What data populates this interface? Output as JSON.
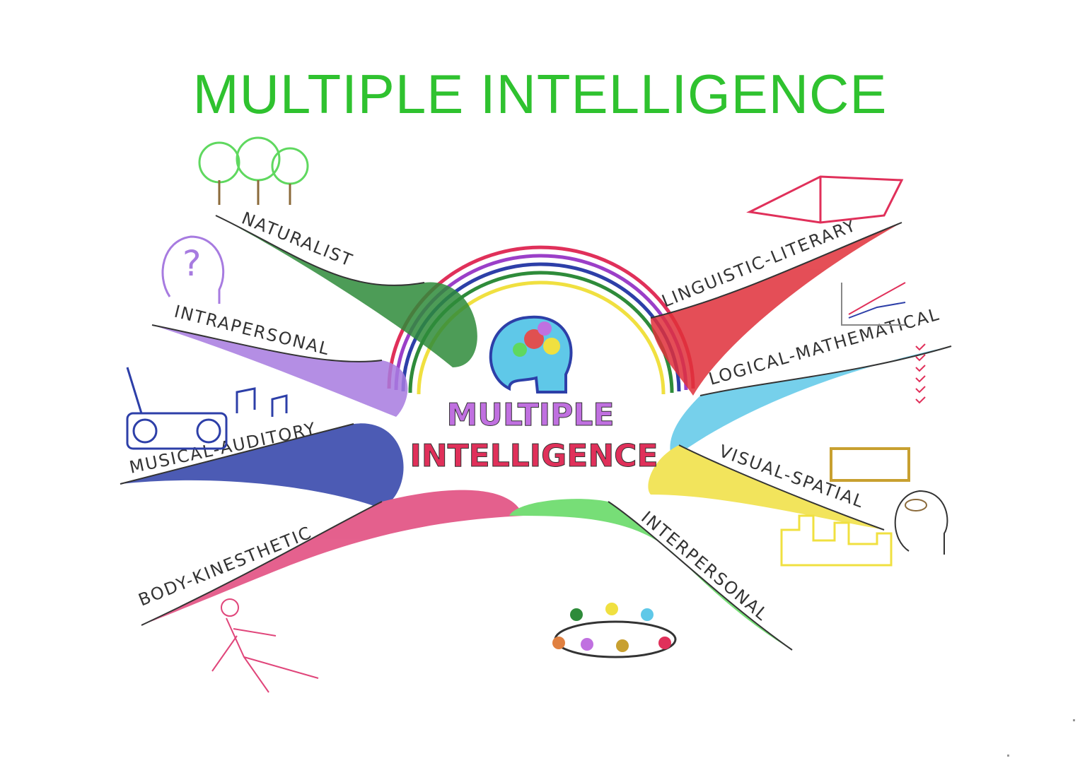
{
  "slide": {
    "title": "MULTIPLE INTELLIGENCE"
  },
  "mind_map": {
    "center_line1": "MULTIPLE",
    "center_line2": "INTELLIGENCE",
    "branches": [
      {
        "label": "NATURALIST",
        "color": "#2e8b3a"
      },
      {
        "label": "INTRAPERSONAL",
        "color": "#a77be0"
      },
      {
        "label": "MUSICAL-AUDITORY",
        "color": "#2d3fa8"
      },
      {
        "label": "BODY-KINESTHETIC",
        "color": "#e0457a"
      },
      {
        "label": "LINGUISTIC-LITERARY",
        "color": "#e0303a"
      },
      {
        "label": "LOGICAL-MATHEMATICAL",
        "color": "#5fc8e8"
      },
      {
        "label": "VISUAL-SPATIAL",
        "color": "#f0e040"
      },
      {
        "label": "INTERPERSONAL",
        "color": "#5fd85f"
      }
    ]
  }
}
